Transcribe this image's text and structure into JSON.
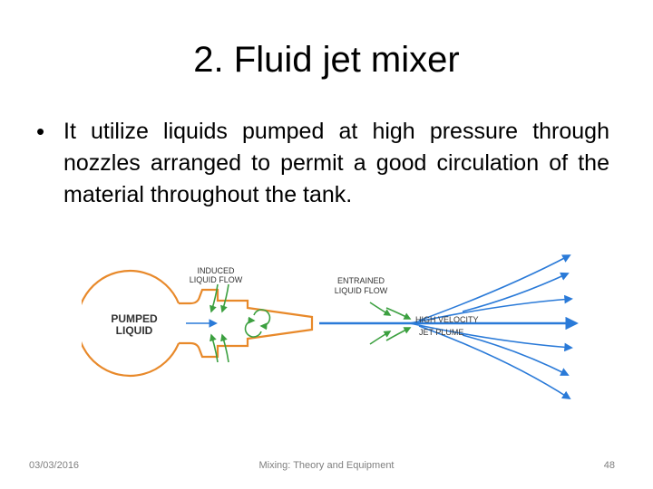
{
  "title": "2. Fluid jet mixer",
  "bullet": {
    "text": "It utilize liquids pumped at high pressure through nozzles arranged to permit a good circulation of the material throughout the tank."
  },
  "diagram": {
    "labels": {
      "induced_line1": "INDUCED",
      "induced_line2": "LIQUID FLOW",
      "entrained_line1": "ENTRAINED",
      "entrained_line2": "LIQUID FLOW",
      "pumped_line1": "PUMPED",
      "pumped_line2": "LIQUID",
      "velocity_line1": "HIGH VELOCITY",
      "velocity_line2": "JET PLUME"
    },
    "colors": {
      "body": "#e8892a",
      "flow": "#2a7ad8",
      "induced": "#3ca040"
    }
  },
  "footer": {
    "date": "03/03/2016",
    "center": "Mixing: Theory and Equipment",
    "page": "48"
  }
}
